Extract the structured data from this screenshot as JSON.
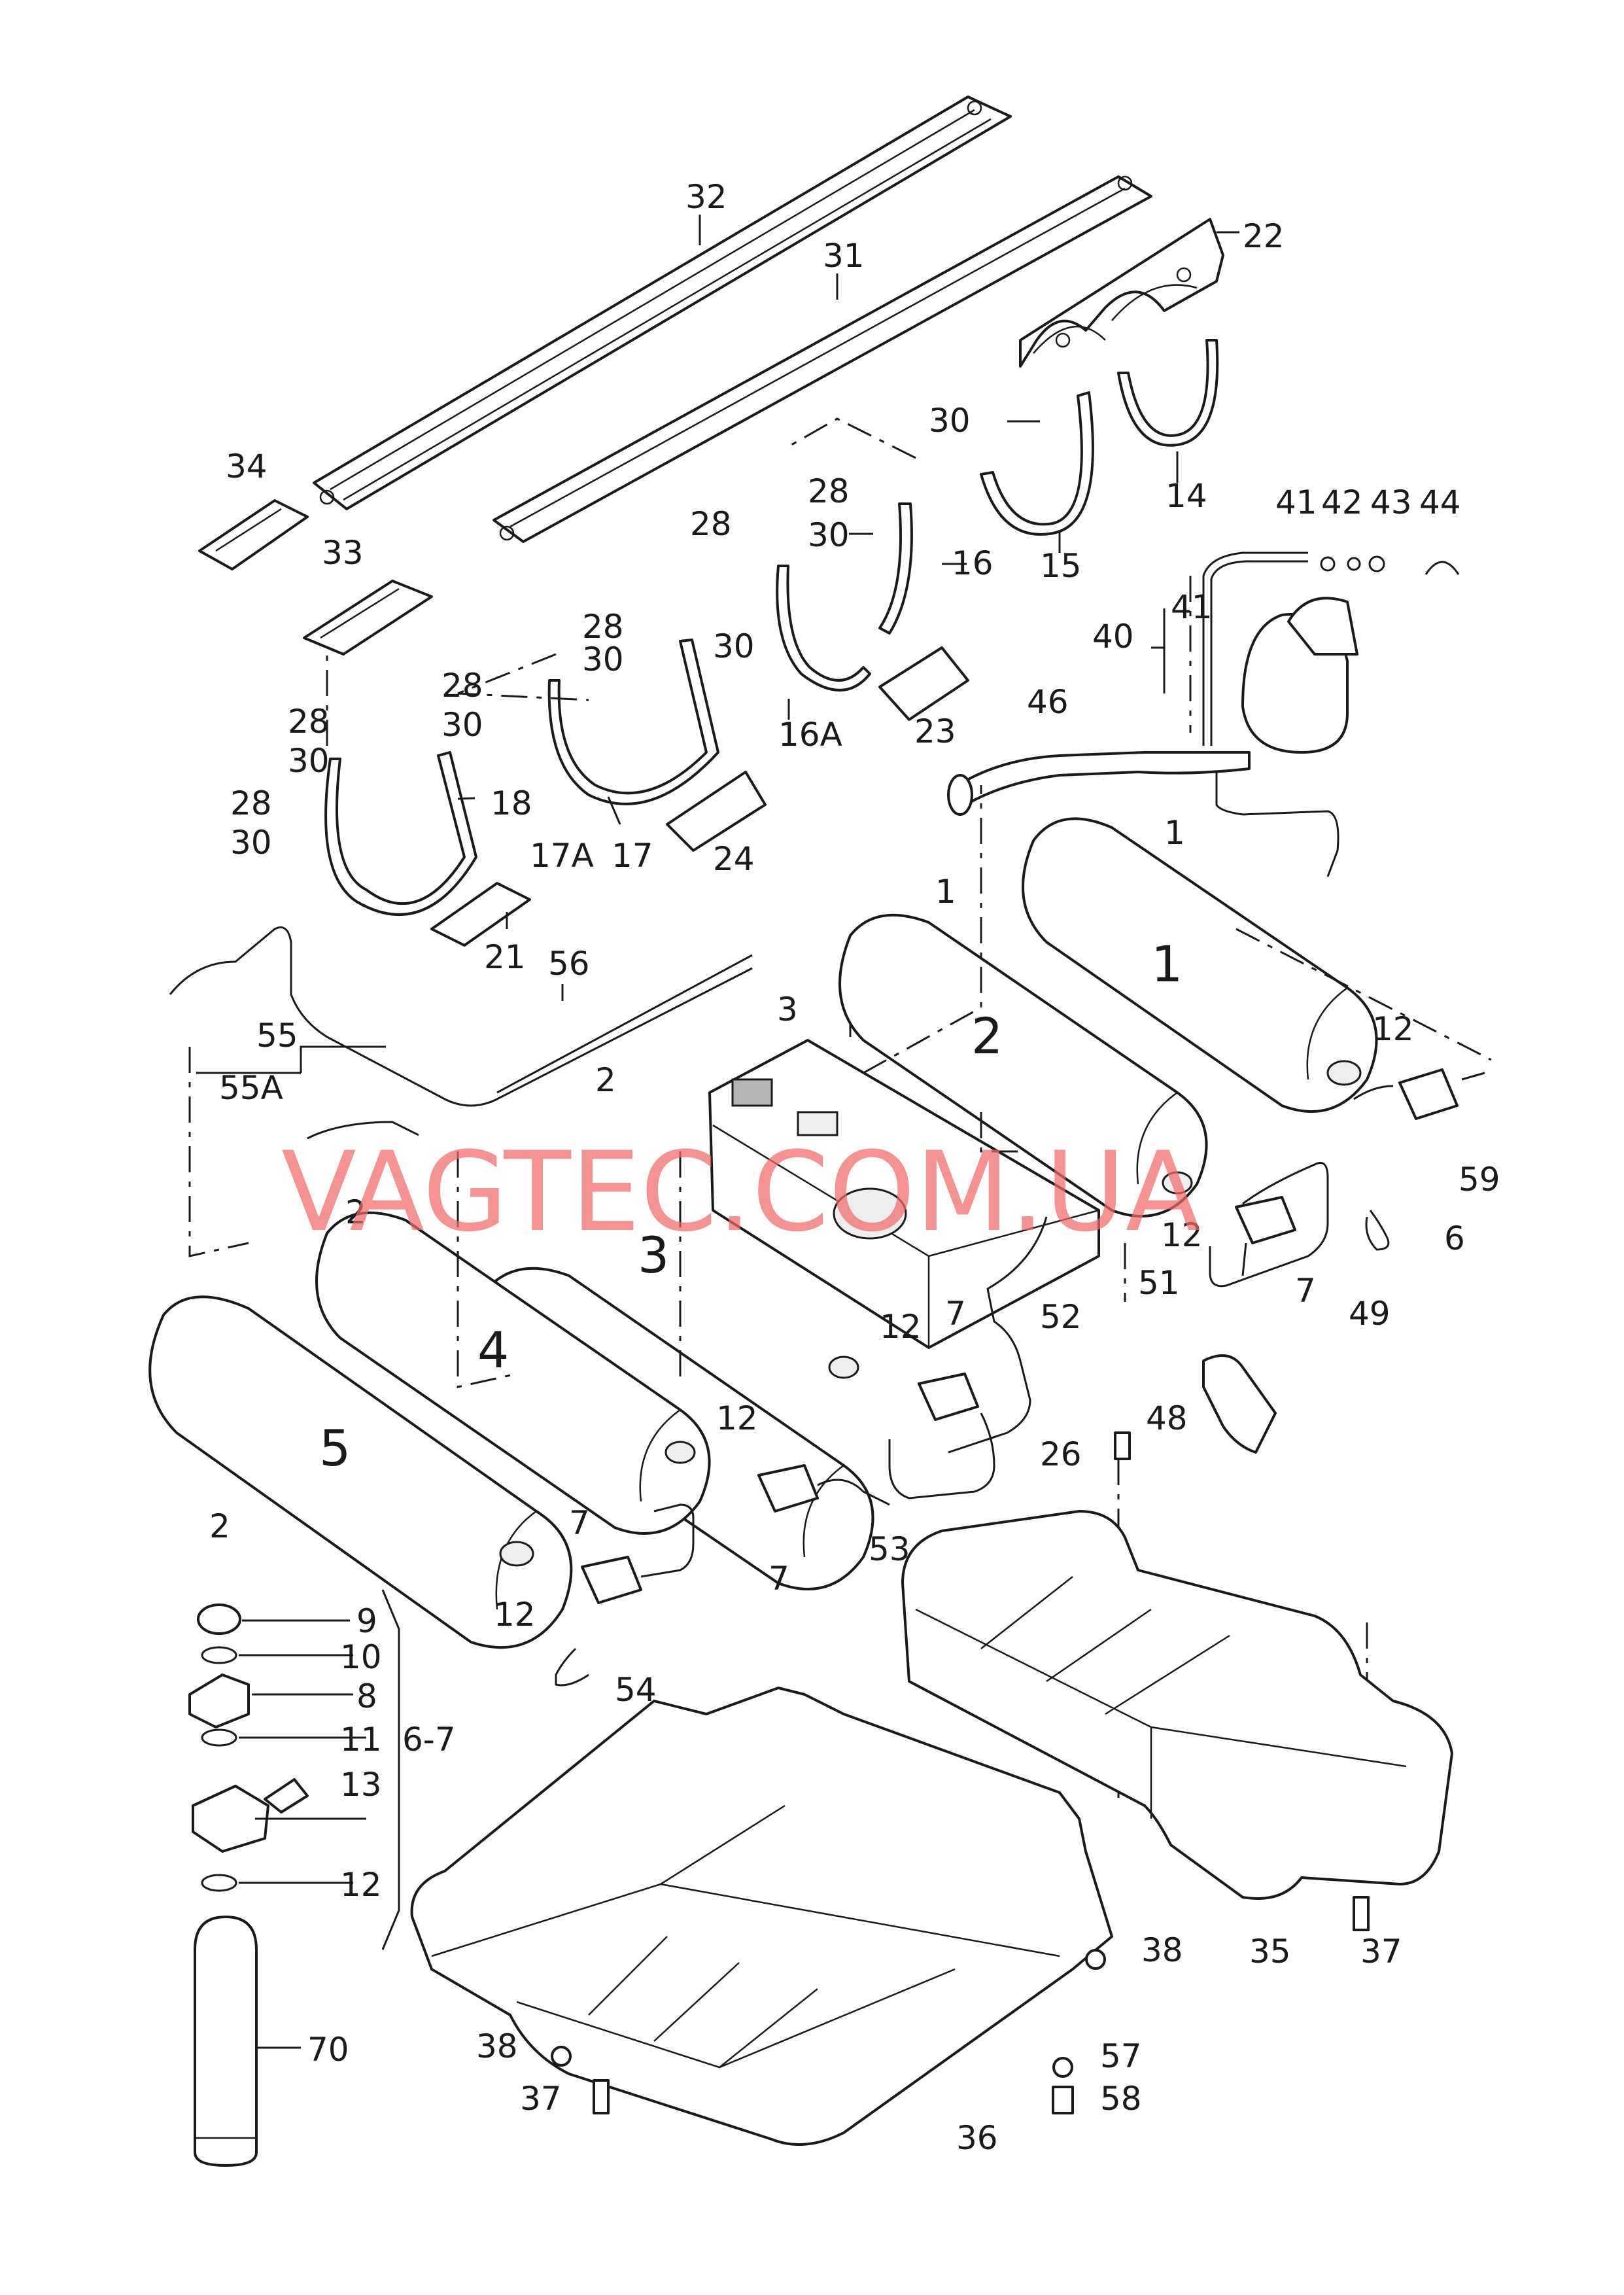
{
  "watermark": "VAGTEC.COM.UA",
  "colors": {
    "watermark": "#f06a6a",
    "line": "#1a1a1a",
    "background": "#ffffff"
  },
  "tank_numbers": [
    "1",
    "2",
    "3",
    "4",
    "5"
  ],
  "part_labels": [
    "32",
    "31",
    "22",
    "34",
    "30",
    "14",
    "15",
    "28",
    "41",
    "42",
    "43",
    "44",
    "16",
    "33",
    "40",
    "23",
    "17",
    "24",
    "18",
    "21",
    "17A",
    "16A",
    "46",
    "56",
    "55",
    "55A",
    "12",
    "59",
    "6",
    "7",
    "49",
    "51",
    "52",
    "48",
    "26",
    "53",
    "54",
    "9",
    "10",
    "8",
    "11",
    "6-7",
    "13",
    "35",
    "37",
    "38",
    "36",
    "57",
    "58",
    "70"
  ]
}
